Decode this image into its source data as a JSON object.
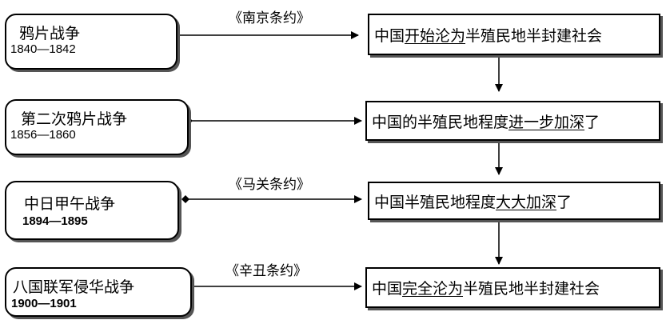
{
  "rows": [
    {
      "war": "鸦片战争",
      "years": "1840—1842",
      "treaty": "《南京条约》",
      "result": {
        "before": "中国",
        "emph": "开始沦为",
        "after": "半殖民地半封建社会"
      }
    },
    {
      "war": "第二次鸦片战争",
      "years": "1856—1860",
      "treaty": "",
      "result": {
        "before": "中国的半殖民地程度",
        "emph": "进一步加深",
        "after": "了"
      }
    },
    {
      "war": "中日甲午战争",
      "years": "1894—1895",
      "treaty": "《马关条约》",
      "result": {
        "before": "中国半殖民地程度",
        "emph": "大大加深",
        "after": "了"
      }
    },
    {
      "war": "八国联军侵华战争",
      "years": "1900—1901",
      "treaty": "《辛丑条约》",
      "result": {
        "before": "中国",
        "emph": "完全沦为",
        "after": "半殖民地半封建社会"
      }
    }
  ]
}
